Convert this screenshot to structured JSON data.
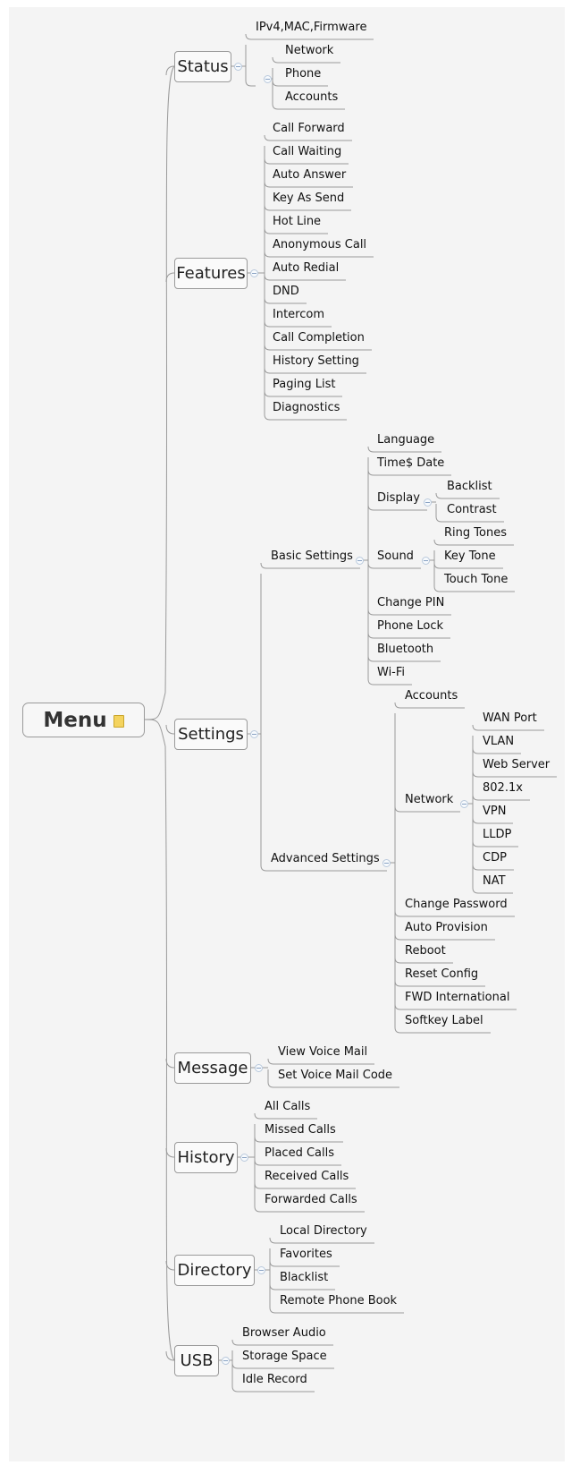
{
  "root": {
    "label": "Menu",
    "note_icon": "note-icon"
  },
  "branches": {
    "status": {
      "label": "Status",
      "ipv4": "IPv4,MAC,Firmware",
      "children": [
        "Network",
        "Phone",
        "Accounts"
      ]
    },
    "features": {
      "label": "Features",
      "children": [
        "Call Forward",
        "Call Waiting",
        "Auto Answer",
        "Key As Send",
        "Hot Line",
        "Anonymous Call",
        "Auto Redial",
        "DND",
        "Intercom",
        "Call Completion",
        "History Setting",
        "Paging List",
        "Diagnostics"
      ]
    },
    "settings": {
      "label": "Settings",
      "basic": {
        "label": "Basic Settings",
        "language": "Language",
        "time_date": "Time$ Date",
        "display": {
          "label": "Display",
          "children": [
            "Backlist",
            "Contrast"
          ]
        },
        "sound": {
          "label": "Sound",
          "children": [
            "Ring Tones",
            "Key Tone",
            "Touch Tone"
          ]
        },
        "tail": [
          "Change PIN",
          "Phone Lock",
          "Bluetooth",
          "Wi-Fi"
        ]
      },
      "advanced": {
        "label": "Advanced Settings",
        "accounts": "Accounts",
        "network": {
          "label": "Network",
          "children": [
            "WAN Port",
            "VLAN",
            "Web Server",
            "802.1x",
            "VPN",
            "LLDP",
            "CDP",
            "NAT"
          ]
        },
        "tail": [
          "Change Password",
          "Auto Provision",
          "Reboot",
          "Reset Config",
          "FWD International",
          "Softkey Label"
        ]
      }
    },
    "message": {
      "label": "Message",
      "children": [
        "View Voice Mail",
        "Set Voice Mail Code"
      ]
    },
    "history": {
      "label": "History",
      "children": [
        "All Calls",
        "Missed Calls",
        "Placed Calls",
        "Received Calls",
        "Forwarded Calls"
      ]
    },
    "directory": {
      "label": "Directory",
      "children": [
        "Local Directory",
        "Favorites",
        "Blacklist",
        "Remote Phone Book"
      ]
    },
    "usb": {
      "label": "USB",
      "children": [
        "Browser Audio",
        "Storage Space",
        "Idle Record"
      ]
    }
  },
  "colors": {
    "line": "#9a9a9a",
    "collapse_marker": "#8aa3c4",
    "background": "#f4f4f4"
  }
}
